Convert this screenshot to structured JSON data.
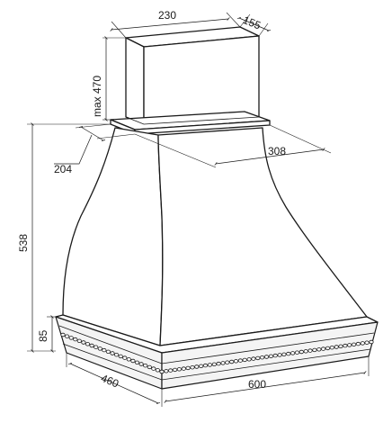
{
  "dimensions": {
    "duct_width": "230",
    "duct_depth": "155",
    "duct_height": "max 470",
    "hood_height": "538",
    "shelf_depth": "204",
    "shelf_width": "308",
    "base_height": "85",
    "base_depth": "460",
    "base_width": "600"
  }
}
